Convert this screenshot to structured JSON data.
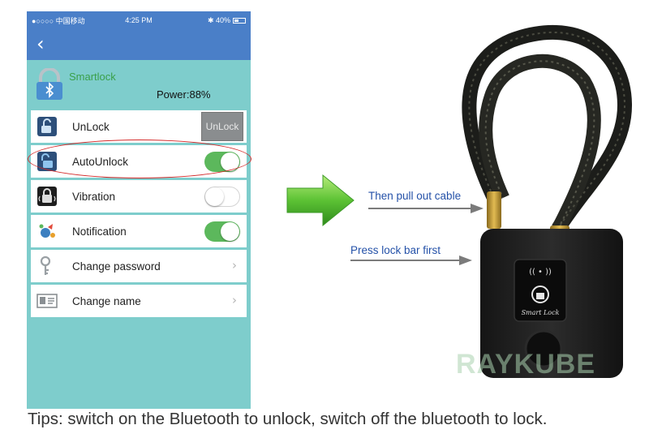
{
  "status_bar": {
    "carrier": "●○○○○ 中国移动",
    "time": "4:25 PM",
    "battery": "40%"
  },
  "device": {
    "name": "Smartlock",
    "power": "Power:88%"
  },
  "settings": [
    {
      "label": "UnLock",
      "control": "button",
      "button_label": "UnLock"
    },
    {
      "label": "AutoUnlock",
      "control": "toggle",
      "on": true
    },
    {
      "label": "Vibration",
      "control": "toggle",
      "on": false
    },
    {
      "label": "Notification",
      "control": "toggle",
      "on": true
    },
    {
      "label": "Change password",
      "control": "chevron"
    },
    {
      "label": "Change name",
      "control": "chevron"
    }
  ],
  "annotations": {
    "pull_cable": "Then pull out cable",
    "press_bar": "Press lock bar first"
  },
  "lock_label": "Smart Lock",
  "watermark": {
    "brand": "RAYKUBE"
  },
  "tips": "Tips: switch on the Bluetooth to unlock, switch off the bluetooth to lock.",
  "colors": {
    "nav": "#4a7fc8",
    "background": "#7ecdcc",
    "toggle_on": "#5cb85c",
    "brand_text": "#3aa04a",
    "annotation": "#2451a8",
    "highlight": "#d42a2a"
  },
  "icons": [
    "back-chevron-icon",
    "smartlock-logo-icon",
    "unlock-icon",
    "autounlock-icon",
    "vibration-icon",
    "notification-icon",
    "key-icon",
    "id-card-icon",
    "green-arrow-icon"
  ]
}
